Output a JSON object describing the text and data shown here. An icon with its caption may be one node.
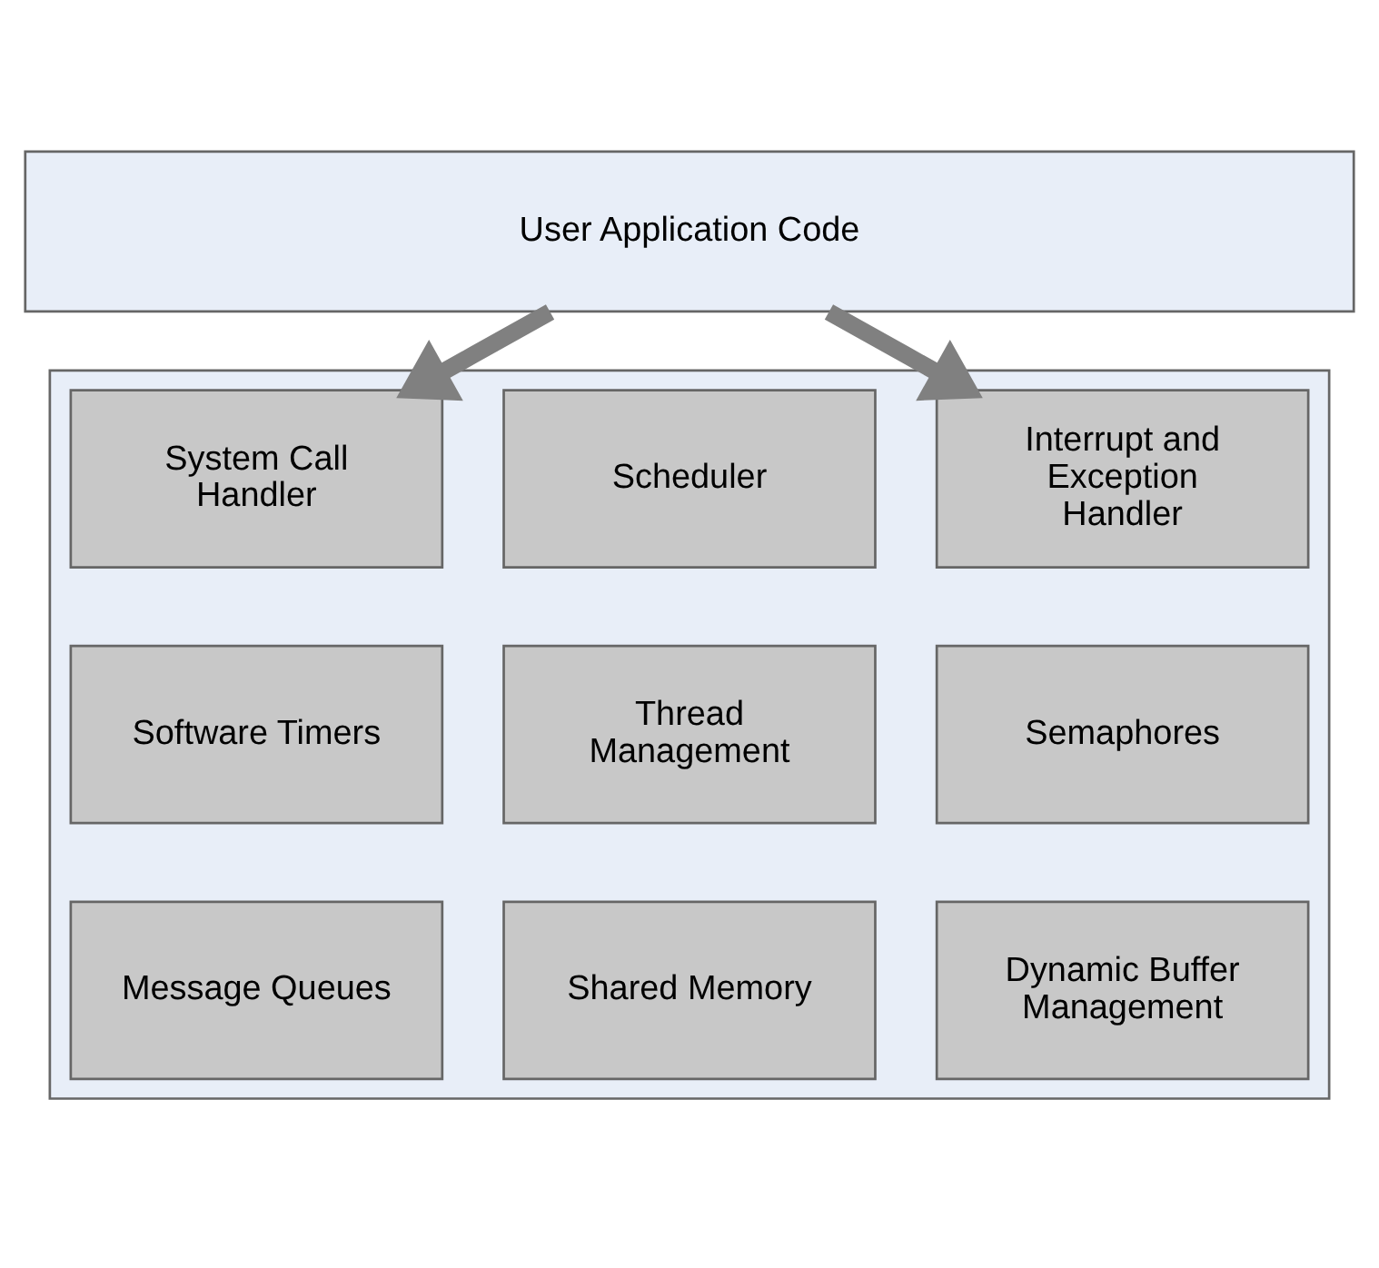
{
  "diagram": {
    "nodes": [
      {
        "text": [
          "User Application Code"
        ]
      },
      {
        "text": [],
        "shape": "box"
      },
      {
        "text": [
          "System Call Handler"
        ],
        "in": 1
      },
      {
        "text": [
          "Scheduler"
        ],
        "in": 1
      },
      {
        "text": [
          "Interrupt and Exception Handler"
        ],
        "in": 1
      },
      {
        "text": [
          "Software Timers"
        ],
        "in": 1
      },
      {
        "text": [
          "Thread Management"
        ],
        "in": 1
      },
      {
        "text": [
          "Semaphores"
        ],
        "in": 1
      },
      {
        "text": [
          "Message Queues"
        ],
        "in": 1
      },
      {
        "text": [
          "Shared Memory"
        ],
        "in": 1
      },
      {
        "text": [
          "Dynamic Buffer Management"
        ],
        "in": 1
      }
    ],
    "edges": [
      {
        "from": 0,
        "to": 2,
        "arrow": "to"
      },
      {
        "from": 0,
        "to": 4,
        "arrow": "to"
      }
    ]
  }
}
